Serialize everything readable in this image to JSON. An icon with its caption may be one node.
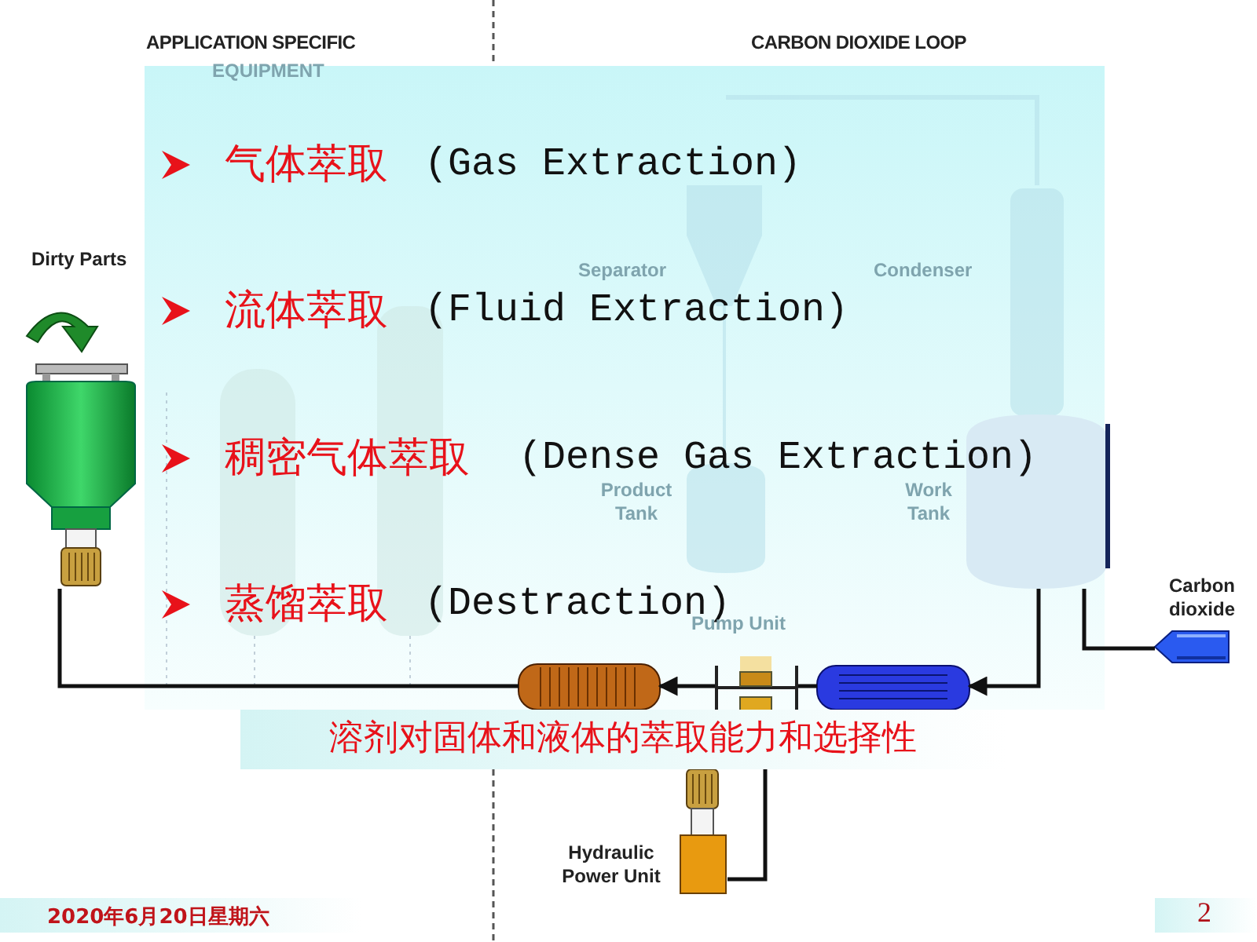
{
  "diagram": {
    "nodes": [
      {
        "text": [],
        "shape": "picture"
      },
      {
        "text": [],
        "shape": "picture"
      },
      {
        "text": [],
        "shape": "picture"
      },
      {
        "text": [],
        "shape": "picture"
      },
      {
        "text": [],
        "shape": "picture",
        "beside": [
          "Work Tank"
        ]
      },
      {
        "text": [],
        "shape": "cylinder",
        "beside": [
          "Carbon dioxide"
        ]
      },
      {
        "text": [],
        "shape": "picture",
        "beside": [
          "Hydraulic Power Unit"
        ]
      }
    ],
    "edges": [
      {
        "from": 4,
        "to": 3,
        "arrow": "to"
      },
      {
        "from": 3,
        "to": 2,
        "arrow": "none"
      },
      {
        "from": 2,
        "to": 1,
        "arrow": "to"
      },
      {
        "from": 1,
        "to": 0,
        "arrow": "none"
      },
      {
        "from": 6,
        "to": 2,
        "arrow": "none"
      },
      {
        "from": 5,
        "to": 4,
        "arrow": "none"
      }
    ],
    "labels": [
      "APPLICATION SPECIFIC",
      "EQUIPMENT",
      "CARBON DIOXIDE LOOP",
      "气体萃取",
      "(Gas Extraction)",
      "Dirty Parts",
      "Separator",
      "Condenser",
      "流体萃取",
      "(Fluid Extraction)",
      "稠密气体萃取",
      "(Dense Gas Extraction)",
      "Product Tank",
      "蒸馏萃取",
      "(Destraction)",
      "Pump Unit",
      "溶剂对固体和液体的萃取能力和选择性",
      "2020年6月20日星期六",
      "2"
    ]
  }
}
